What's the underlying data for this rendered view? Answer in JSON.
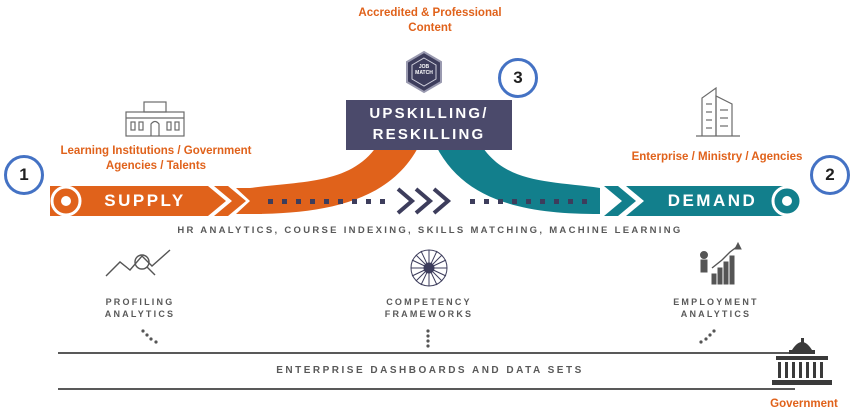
{
  "top_label_line1": "Accredited & Professional",
  "top_label_line2": "Content",
  "badge_text_line1": "JOB",
  "badge_text_line2": "MATCH",
  "upskill_line1": "UPSKILLING/",
  "upskill_line2": "RESKILLING",
  "supply_source_line1": "Learning Institutions / Government",
  "supply_source_line2": "Agencies / Talents",
  "demand_source": "Enterprise / Ministry / Agencies",
  "supply_label": "SUPPLY",
  "demand_label": "DEMAND",
  "marker_1": "1",
  "marker_2": "2",
  "marker_3": "3",
  "analytics_banner": "HR ANALYTICS, COURSE INDEXING, SKILLS MATCHING, MACHINE LEARNING",
  "profiling_line1": "PROFILING",
  "profiling_line2": "ANALYTICS",
  "competency_line1": "COMPETENCY",
  "competency_line2": "FRAMEWORKS",
  "employment_line1": "EMPLOYMENT",
  "employment_line2": "ANALYTICS",
  "dashboards_label": "ENTERPRISE DASHBOARDS AND DATA SETS",
  "government_label": "Government",
  "colors": {
    "orange": "#e0621b",
    "teal": "#127f8c",
    "navy": "#3d3d5c",
    "box": "#4b4a6b",
    "blue_ring": "#4472c4"
  },
  "icons": [
    "school-building-icon",
    "office-towers-icon",
    "profiling-chart-icon",
    "competency-wheel-icon",
    "employment-growth-icon",
    "government-capitol-icon",
    "job-match-badge-icon"
  ]
}
